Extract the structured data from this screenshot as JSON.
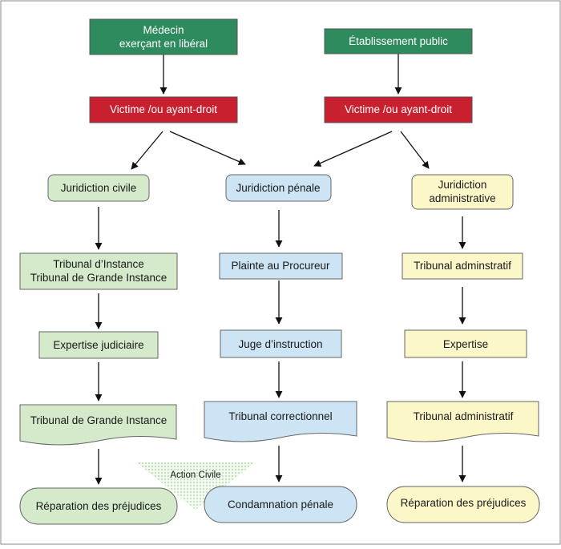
{
  "sources": {
    "liberal": [
      "Médecin",
      "exerçant en libéral"
    ],
    "public": "Établissement public"
  },
  "victims": {
    "left": "Victime /ou ayant-droit",
    "right": "Victime /ou ayant-droit"
  },
  "civil": {
    "jurisdiction": "Juridiction civile",
    "court": [
      "Tribunal d’Instance",
      "Tribunal de Grande Instance"
    ],
    "expertise": "Expertise judiciaire",
    "judgment": "Tribunal de Grande Instance",
    "outcome": "Réparation des préjudices"
  },
  "penal": {
    "jurisdiction": "Juridiction pénale",
    "complaint": "Plainte au Procureur",
    "judge": "Juge d’instruction",
    "judgment": "Tribunal correctionnel",
    "outcome": "Condamnation pénale"
  },
  "admin": {
    "jurisdiction": [
      "Juridiction",
      "administrative"
    ],
    "court": "Tribunal adminstratif",
    "expertise": "Expertise",
    "judgment": "Tribunal administratif",
    "outcome": "Réparation des préjudices"
  },
  "action_civile": "Action Civile",
  "colors": {
    "source_green": "#2e8b5e",
    "victim_red": "#c8202e",
    "civil_green": "#d4eacb",
    "penal_blue": "#cde4f4",
    "admin_yellow": "#fbf7c8",
    "border": "#666666"
  }
}
